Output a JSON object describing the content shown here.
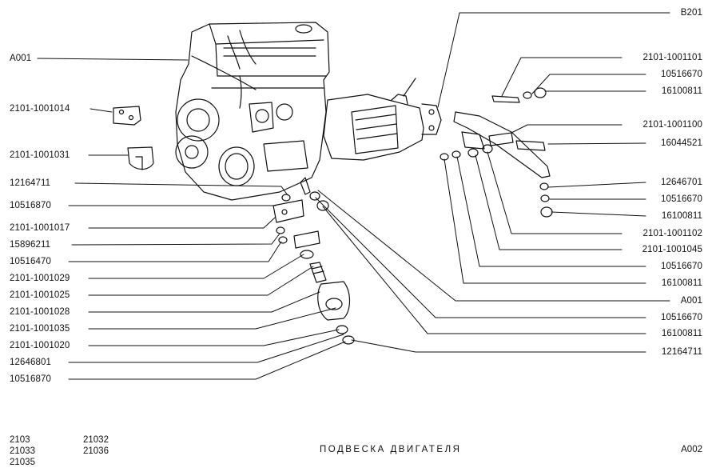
{
  "labels": {
    "left": [
      "A001",
      "2101-1001014",
      "2101-1001031",
      "12164711",
      "10516870",
      "2101-1001017",
      "15896211",
      "10516470",
      "2101-1001029",
      "2101-1001025",
      "2101-1001028",
      "2101-1001035",
      "2101-1001020",
      "12646801",
      "10516870"
    ],
    "right": [
      "B201",
      "2101-1001101",
      "10516670",
      "16100811",
      "2101-1001100",
      "16044521",
      "12646701",
      "10516670",
      "16100811",
      "2101-1001102",
      "2101-1001045",
      "10516670",
      "16100811",
      "A001",
      "10516670",
      "16100811",
      "12164711"
    ]
  },
  "footer": {
    "models_col1": [
      "2103",
      "21033",
      "21035"
    ],
    "models_col2": [
      "21032",
      "21036"
    ],
    "title": "ПОДВЕСКА ДВИГАТЕЛЯ",
    "page_code": "A002"
  }
}
